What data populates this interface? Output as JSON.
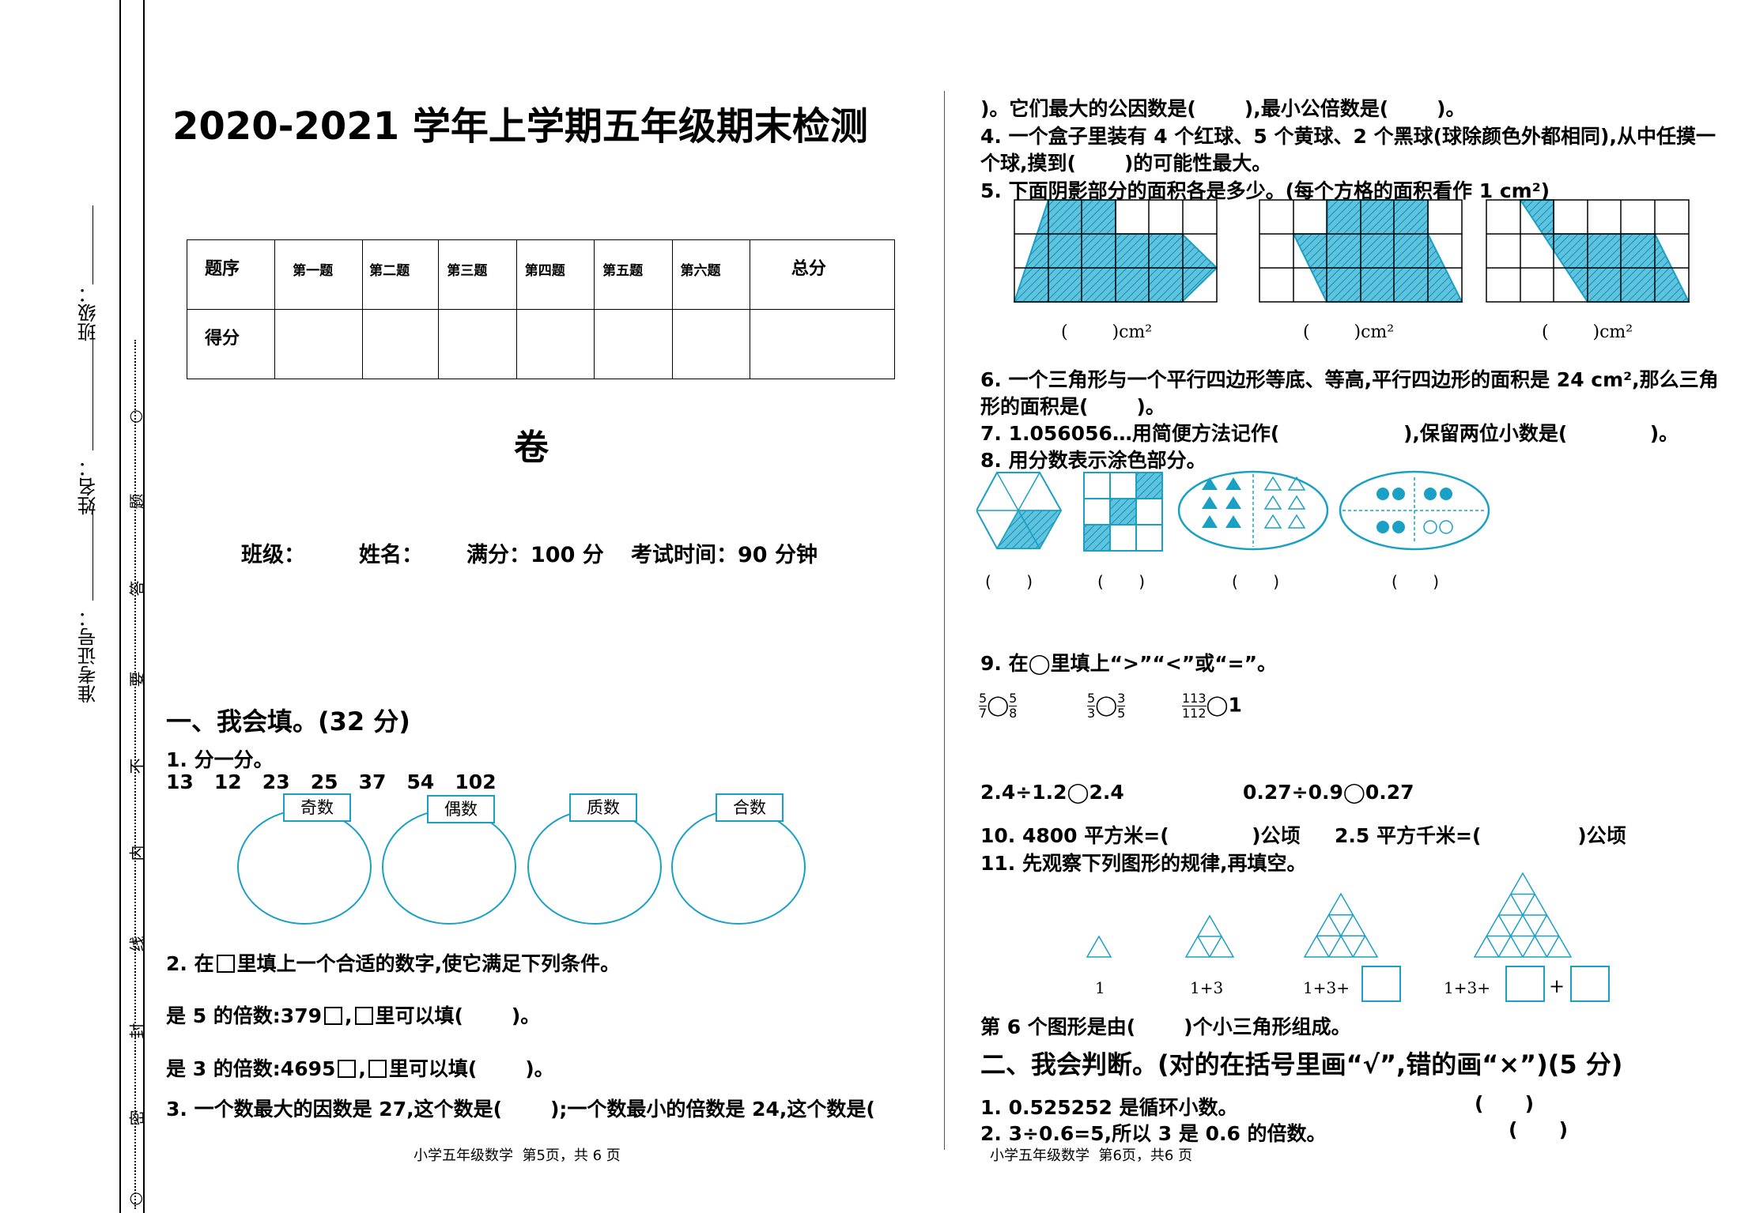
{
  "binding": {
    "class_label": "班级：",
    "name_label": "姓名：",
    "ticket_label": "准考证号：",
    "seal_chars": [
      "○",
      "题",
      "答",
      "要",
      "不",
      "内",
      "线",
      "封",
      "密",
      "○"
    ]
  },
  "title": {
    "main": "2020-2021 学年上学期五年级期末检测",
    "tail": "卷"
  },
  "score_table": {
    "row1": [
      "题序",
      "第一题",
      "第二题",
      "第三题",
      "第四题",
      "第五题",
      "第六题",
      "总分"
    ],
    "row2_label": "得分"
  },
  "info_line": {
    "class": "班级：",
    "name": "姓名：",
    "full": "满分：100 分",
    "time": "考试时间：90 分钟"
  },
  "section1": {
    "title": "一、我会填。(32 分)",
    "q1": {
      "text": "1. 分一分。",
      "numbers": "13   12   23   25   37   54   102",
      "sets": [
        "奇数",
        "偶数",
        "质数",
        "合数"
      ]
    },
    "q2": {
      "text_a": "2. 在",
      "text_b": "里填上一个合适的数字,使它满足下列条件。",
      "line1_a": "是 5 的倍数:379",
      "line1_b": ",",
      "line1_c": "里可以填(       )。",
      "line2_a": "是 3 的倍数:4695",
      "line2_b": ",",
      "line2_c": "里可以填(       )。"
    },
    "q3": "3. 一个数最大的因数是 27,这个数是(       );一个数最小的倍数是 24,这个数是(",
    "q3_cont": ")。它们最大的公因数是(       ),最小公倍数是(       )。",
    "q4_line1": "4. 一个盒子里装有 4 个红球、5 个黄球、2 个黑球(球除颜色外都相同),从中任摸一",
    "q4_line2": "个球,摸到(       )的可能性最大。",
    "q5": "5. 下面阴影部分的面积各是多少。(每个方格的面积看作 1 cm²)",
    "q5_answers": [
      "(        )cm²",
      "(        )cm²",
      "(        )cm²"
    ],
    "q6_line1": "6. 一个三角形与一个平行四边形等底、等高,平行四边形的面积是 24 cm²,那么三角",
    "q6_line2": "形的面积是(       )。",
    "q7": "7. 1.056056…用简便方法记作(                  ),保留两位小数是(            )。",
    "q8": "8. 用分数表示涂色部分。",
    "q8_answers": [
      "(       )",
      "(       )",
      "(       )",
      "(       )"
    ],
    "q9": "9. 在◯里填上“>”“<”或“=”。",
    "q9_fracs": [
      {
        "a": [
          "5",
          "7"
        ],
        "b": [
          "5",
          "8"
        ]
      },
      {
        "a": [
          "5",
          "3"
        ],
        "b": [
          "3",
          "5"
        ]
      },
      {
        "a": [
          "113",
          "112"
        ],
        "tail": "1"
      }
    ],
    "q9_line2a": "2.4÷1.2◯2.4",
    "q9_line2b": "0.27÷0.9◯0.27",
    "q10": "10. 4800 平方米=(            )公顷     2.5 平方千米=(              )公顷",
    "q11": "11. 先观察下列图形的规律,再填空。",
    "q11_labels": [
      "1",
      "1+3",
      "1+3+",
      "1+3+",
      "+"
    ],
    "q11_answer": "第 6 个图形是由(       )个小三角形组成。"
  },
  "section2": {
    "title": "二、我会判断。(对的在括号里画“√”,错的画“×”)(5 分)",
    "items": [
      {
        "text": "1. 0.525252 是循环小数。",
        "paren": "(      )"
      },
      {
        "text": "2. 3÷0.6=5,所以 3 是 0.6 的倍数。",
        "paren": "(      )"
      }
    ]
  },
  "footer": {
    "left": "小学五年级数学  第5页，共 6 页",
    "right": "小学五年级数学  第6页，共6 页"
  },
  "colors": {
    "accent": "#1aa0c4"
  }
}
